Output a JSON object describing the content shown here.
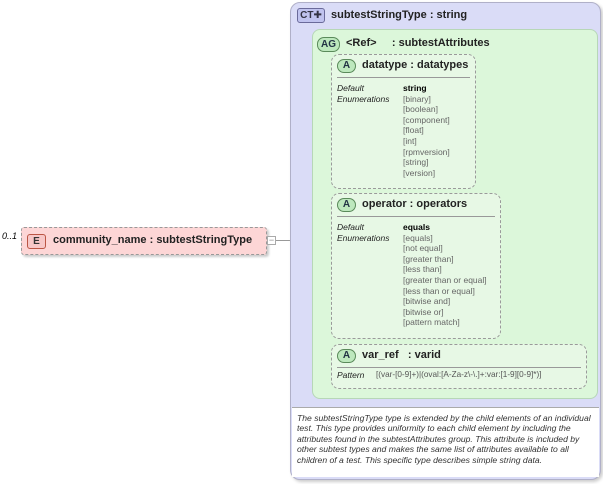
{
  "element": {
    "occurs": "0..1",
    "badge": "E",
    "name": "community_name",
    "type": "subtestStringType",
    "expander": "−"
  },
  "complex_type": {
    "badge": "CT✚",
    "name": "subtestStringType",
    "base": "string",
    "description": "The subtestStringType type is extended by the child elements of an individual test.  This type provides uniformity to each child element by including the attributes found in the subtestAttributes group.  This attribute is included by other subtest types and makes the same list of attributes available to all children of a test.  This specific type describes simple string data."
  },
  "attribute_group": {
    "badge": "AG",
    "ref": "<Ref>",
    "name": "subtestAttributes"
  },
  "attributes": [
    {
      "badge": "A",
      "name": "datatype",
      "type": "datatypes",
      "label_default": "Default",
      "label_enum": "Enumerations",
      "default": "string",
      "enumerations": [
        "[binary]",
        "[boolean]",
        "[component]",
        "[float]",
        "[int]",
        "[rpmversion]",
        "[string]",
        "[version]"
      ]
    },
    {
      "badge": "A",
      "name": "operator",
      "type": "operators",
      "label_default": "Default",
      "label_enum": "Enumerations",
      "default": "equals",
      "enumerations": [
        "[equals]",
        "[not equal]",
        "[greater than]",
        "[less than]",
        "[greater than or equal]",
        "[less than or equal]",
        "[bitwise and]",
        "[bitwise or]",
        "[pattern match]"
      ]
    },
    {
      "badge": "A",
      "name": "var_ref",
      "type": "varid",
      "label_pattern": "Pattern",
      "pattern": "[(var-[0-9]+)|(oval:[A-Za-z\\-\\.]+:var:[1-9][0-9]*)]"
    }
  ]
}
